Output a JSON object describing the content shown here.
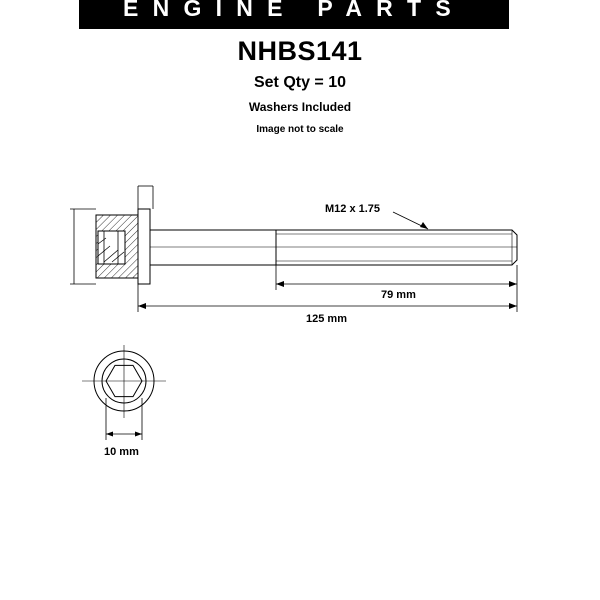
{
  "header": {
    "banner_text": "ENGINE PARTS"
  },
  "product": {
    "code": "NHBS141",
    "set_qty": "Set Qty = 10",
    "washers": "Washers Included",
    "scale_note": "Image not to scale"
  },
  "drawing": {
    "thread_label": "M12 x 1.75",
    "thread_length_label": "79 mm",
    "overall_length_label": "125 mm",
    "head_socket_label": "10 mm"
  },
  "colors": {
    "banner_bg": "#000000",
    "banner_text": "#ffffff",
    "line": "#000000"
  }
}
